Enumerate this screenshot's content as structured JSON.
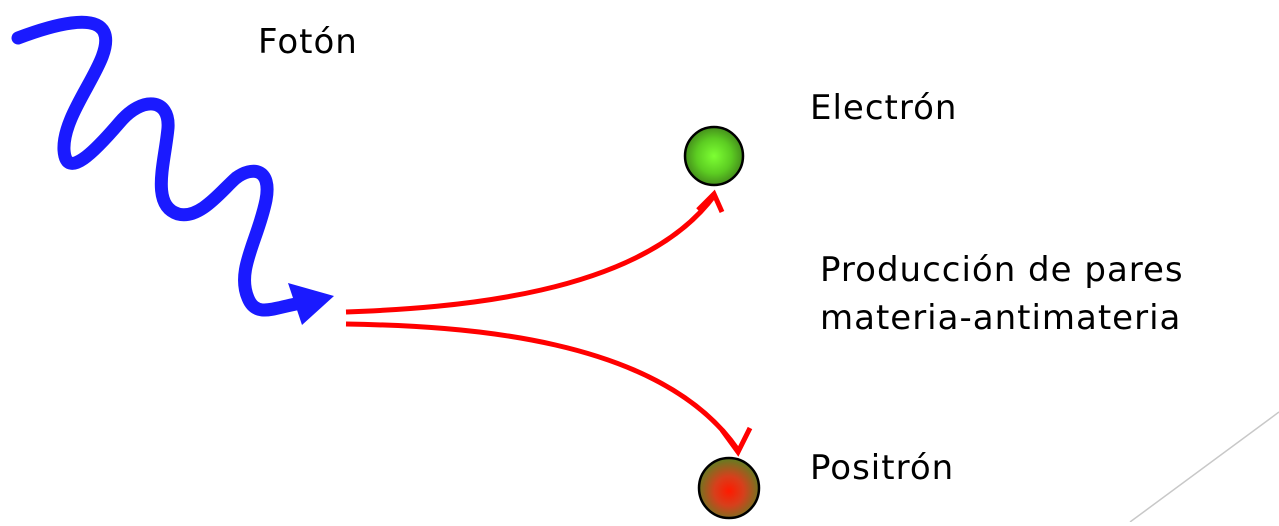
{
  "labels": {
    "photon": "Fotón",
    "electron": "Electrón",
    "positron": "Positrón",
    "process_line1": "Producción de pares",
    "process_line2": "materia-antimateria"
  },
  "colors": {
    "photon_wave": "#1a1aff",
    "particle_tracks": "#ff0000",
    "electron_fill": "#66dd22",
    "positron_fill": "#ff2a00",
    "particle_outline": "#000000",
    "corner_line": "#c8c8c8"
  },
  "icons": {
    "photon": "wavy-arrow",
    "electron": "green-sphere",
    "positron": "red-sphere"
  }
}
